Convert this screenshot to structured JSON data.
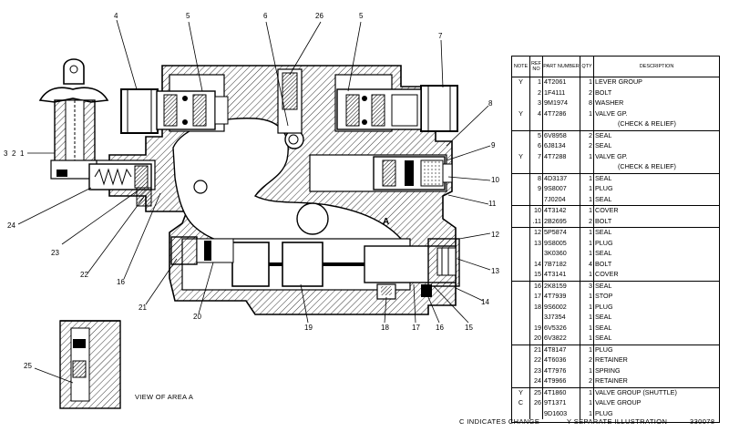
{
  "diagram": {
    "callouts": [
      "4",
      "5",
      "6",
      "26",
      "5",
      "7",
      "8",
      "9",
      "10",
      "11",
      "3",
      "2",
      "1",
      "24",
      "23",
      "22",
      "16",
      "21",
      "20",
      "19",
      "18",
      "17",
      "16",
      "15",
      "14",
      "13",
      "12",
      "25"
    ],
    "area_label": "A",
    "view_caption": "VIEW OF AREA A"
  },
  "parts_table": {
    "headers": {
      "note": "NOTE",
      "ref_no": "REF NO",
      "part_number": "PART NUMBER",
      "qty": "QTY",
      "description": "DESCRIPTION"
    },
    "rows": [
      {
        "note": "Y",
        "ref": "1",
        "part": "4T2061",
        "qty": "1",
        "desc": "LEVER GROUP"
      },
      {
        "note": "",
        "ref": "2",
        "part": "1F4111",
        "qty": "2",
        "desc": "BOLT"
      },
      {
        "note": "",
        "ref": "3",
        "part": "9M1974",
        "qty": "8",
        "desc": "WASHER"
      },
      {
        "note": "Y",
        "ref": "4",
        "part": "4T7286",
        "qty": "1",
        "desc": "VALVE GP."
      },
      {
        "note": "",
        "ref": "",
        "part": "",
        "qty": "",
        "desc": "(CHECK & RELIEF)"
      },
      {
        "note": "",
        "ref": "5",
        "part": "6V8958",
        "qty": "2",
        "desc": "SEAL"
      },
      {
        "note": "",
        "ref": "6",
        "part": "6J8134",
        "qty": "2",
        "desc": "SEAL"
      },
      {
        "note": "Y",
        "ref": "7",
        "part": "4T7288",
        "qty": "1",
        "desc": "VALVE GP."
      },
      {
        "note": "",
        "ref": "",
        "part": "",
        "qty": "",
        "desc": "(CHECK & RELIEF)"
      },
      {
        "note": "",
        "ref": "8",
        "part": "4D3137",
        "qty": "1",
        "desc": "SEAL"
      },
      {
        "note": "",
        "ref": "9",
        "part": "9S8007",
        "qty": "1",
        "desc": "PLUG"
      },
      {
        "note": "",
        "ref": "",
        "part": "7J0204",
        "qty": "1",
        "desc": "SEAL"
      },
      {
        "note": "",
        "ref": "10",
        "part": "4T3142",
        "qty": "1",
        "desc": "COVER"
      },
      {
        "note": "",
        "ref": ".11",
        "part": "2B2695",
        "qty": "2",
        "desc": "BOLT"
      },
      {
        "note": "",
        "ref": "12",
        "part": "5P5874",
        "qty": "1",
        "desc": "SEAL"
      },
      {
        "note": "",
        "ref": "13",
        "part": "9S8005",
        "qty": "1",
        "desc": "PLUG"
      },
      {
        "note": "",
        "ref": "",
        "part": "3K0360",
        "qty": "1",
        "desc": "SEAL"
      },
      {
        "note": "",
        "ref": "14",
        "part": "7B7182",
        "qty": "4",
        "desc": "BOLT"
      },
      {
        "note": "",
        "ref": "15",
        "part": "4T3141",
        "qty": "1",
        "desc": "COVER"
      },
      {
        "note": "",
        "ref": "16",
        "part": "2K8159",
        "qty": "3",
        "desc": "SEAL"
      },
      {
        "note": "",
        "ref": "17",
        "part": "4T7939",
        "qty": "1",
        "desc": "STOP"
      },
      {
        "note": "",
        "ref": "18",
        "part": "9S6002",
        "qty": "1",
        "desc": "PLUG"
      },
      {
        "note": "",
        "ref": "",
        "part": "3J7354",
        "qty": "1",
        "desc": "SEAL"
      },
      {
        "note": "",
        "ref": "19",
        "part": "6V5326",
        "qty": "1",
        "desc": "SEAL"
      },
      {
        "note": "",
        "ref": "20",
        "part": "6V3822",
        "qty": "1",
        "desc": "SEAL"
      },
      {
        "note": "",
        "ref": "21",
        "part": "4T8147",
        "qty": "1",
        "desc": "PLUG"
      },
      {
        "note": "",
        "ref": "22",
        "part": "4T6036",
        "qty": "2",
        "desc": "RETAINER"
      },
      {
        "note": "",
        "ref": "23",
        "part": "4T7976",
        "qty": "1",
        "desc": "SPRING"
      },
      {
        "note": "",
        "ref": "24",
        "part": "4T9966",
        "qty": "2",
        "desc": "RETAINER"
      },
      {
        "note": "Y",
        "ref": "25",
        "part": "4T1860",
        "qty": "1",
        "desc": "VALVE GROUP (SHUTTLE)"
      },
      {
        "note": "C",
        "ref": "26",
        "part": "9T1371",
        "qty": "1",
        "desc": "VALVE GROUP"
      },
      {
        "note": "",
        "ref": "",
        "part": "9D1603",
        "qty": "1",
        "desc": "PLUG"
      }
    ]
  },
  "footer": {
    "change_note": "C INDICATES CHANGE",
    "separate_note": "Y SEPARATE ILLUSTRATION",
    "drawing_number": "330078"
  }
}
